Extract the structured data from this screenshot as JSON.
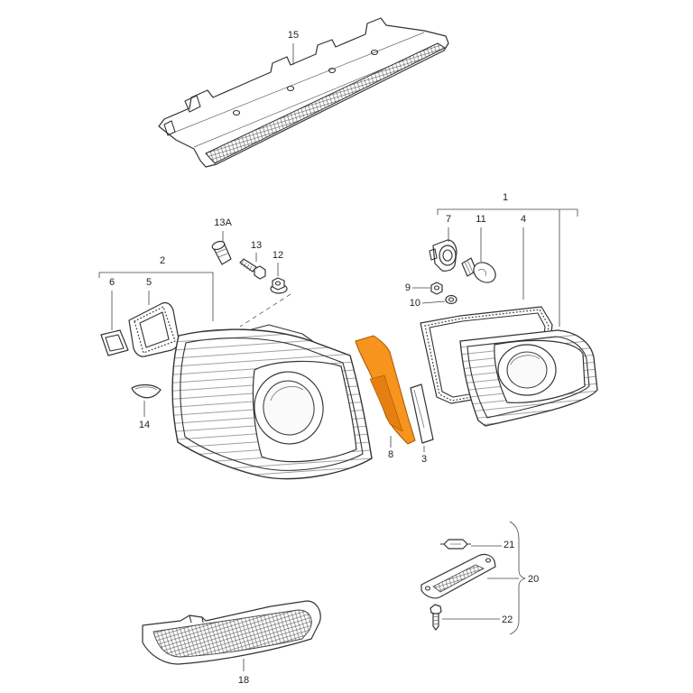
{
  "callouts": {
    "p15": "15",
    "p1": "1",
    "p13a": "13A",
    "p7": "7",
    "p11": "11",
    "p4": "4",
    "p2": "2",
    "p13": "13",
    "p12": "12",
    "p9": "9",
    "p10": "10",
    "p6": "6",
    "p5": "5",
    "p14": "14",
    "p8": "8",
    "p3": "3",
    "p21": "21",
    "p20": "20",
    "p22": "22",
    "p18": "18"
  },
  "colors": {
    "highlight": "#f7941d",
    "highlight_shade": "#e57f12",
    "line": "#333333"
  }
}
